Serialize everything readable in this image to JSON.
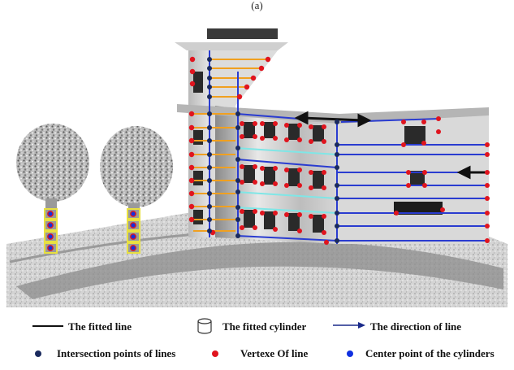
{
  "panel_label": "(a)",
  "legend": {
    "fitted_line": "The fitted line",
    "fitted_cylinder": "The fitted cylinder",
    "line_direction": "The direction of line",
    "intersection_points": "Intersection points of lines",
    "vertex_of_line": "Vertexe Of line",
    "center_points": "Center point of the cylinders"
  },
  "colors": {
    "intersection_point": "#1a2a5e",
    "vertex_point": "#e0141e",
    "center_point": "#1030e0",
    "direction_arrow": "#1a2a8a",
    "facade_line_blue": "#2a3cd0",
    "facade_line_cyan": "#7fe6e6",
    "tower_line_orange": "#f0a020",
    "fitted_line": "#111111",
    "cylinder_band_yellow": "#e8e040"
  }
}
